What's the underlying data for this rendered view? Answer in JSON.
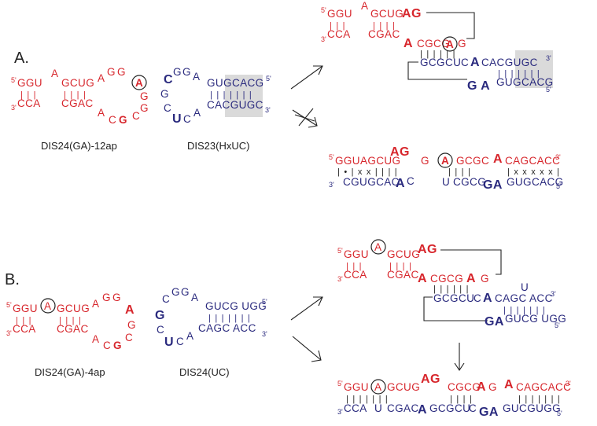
{
  "panels": {
    "a": {
      "label": "A.",
      "molecule1_name": "DIS24(GA)-12ap",
      "molecule2_name": "DIS23(HxUC)",
      "m1": {
        "p5": "5'",
        "top1": "GGU",
        "loopA": "A",
        "top2": "GCUG",
        "ag1": "A",
        "ag2": "G",
        "ag3": "G",
        "circ": "A",
        "g1": "G",
        "g2": "G",
        "c1": "C",
        "p3": "3'",
        "bot1": "CCA",
        "bot2": "CGAC",
        "a1": "A",
        "c2": "C",
        "g3": "G"
      },
      "m2": {
        "l1": "C",
        "l2": "G",
        "l3": "G",
        "l4": "A",
        "l5": "G",
        "l6": "C",
        "l7": "U",
        "l8": "C",
        "l9": "A",
        "top": "GUGCACG",
        "p5": "5'",
        "bot": "CACGUGC",
        "p3": "3'"
      },
      "kiss": {
        "r_p5": "5'",
        "r_top1": "GGU",
        "r_bulge": "A",
        "r_top2": "GCUG",
        "r_ag": "AG",
        "r_p3": "3'",
        "r_bot1": "CCA",
        "r_bot2": "CGAC",
        "r_a": "A",
        "r_mid": "CGCG",
        "r_circ": "A",
        "r_g": "G",
        "b_top1": "GCGCU",
        "b_top2": "C",
        "b_top3": "A",
        "b_top4": "CACGUGC",
        "b_p3": "3'",
        "b_ga": "G A",
        "b_bot": "GUGCACG",
        "b_p5": "5'"
      },
      "duplex": {
        "p5": "5'",
        "r1": "GGUAGCUG",
        "r_ag": "AG",
        "r_g": "G",
        "r_circ": "A",
        "r2": "GCGC",
        "r_a": "A",
        "r3": "CAGCACC",
        "p3": "3'",
        "pairs": "|  •  |  x x |    |  |  |     |  |  |    |  |  x  x x x  |",
        "q3": "3'",
        "b1": "CGUGCAC",
        "b_a": "A",
        "b2": "C",
        "b3": "U",
        "b4": "CGCG",
        "b_ga": "GA",
        "b5": "GUGCACG",
        "q5": "5'"
      }
    },
    "b": {
      "label": "B.",
      "molecule1_name": "DIS24(GA)-4ap",
      "molecule2_name": "DIS24(UC)",
      "m1": {
        "p5": "5'",
        "top1": "GGU",
        "circ": "A",
        "top2": "GCUG",
        "ag1": "A",
        "ag2": "G",
        "ag3": "G",
        "a2": "A",
        "g1": "G",
        "c1": "C",
        "p3": "3'",
        "bot1": "CCA",
        "bot2": "CGAC",
        "a1": "A",
        "c2": "C",
        "g3": "G"
      },
      "m2": {
        "l1": "C",
        "l2": "G",
        "l3": "G",
        "l4": "A",
        "l5": "G",
        "l6": "C",
        "l7": "U",
        "l8": "C",
        "l9": "A",
        "top": "GUCG UGG",
        "p5": "5'",
        "bot": "CAGC ACC",
        "p3": "3'"
      },
      "kiss": {
        "r_p5": "5'",
        "r_top1": "GGU",
        "r_circ": "A",
        "r_top2": "GCUG",
        "r_ag": "AG",
        "r_p3": "3'",
        "r_bot1": "CCA",
        "r_bot2": "CGAC",
        "r_a": "A",
        "r_mid": "CGCG",
        "r_a2": "A",
        "r_g": "G",
        "b_u": "U",
        "b_top1": "GCGCU",
        "b_top2": "C",
        "b_top3": "A",
        "b_top4": "CAGC ACC",
        "b_p3": "3'",
        "b_ga": "GA",
        "b_bot": "GUCG UGG",
        "b_p5": "5'"
      },
      "duplex": {
        "p5": "5'",
        "r1": "GGU",
        "r_circ": "A",
        "r2": "GCUG",
        "r_ag": "AG",
        "r3": "CGCG",
        "r_a2": "A",
        "r_g": "G",
        "r_a": "A",
        "r4": "CAGCACC",
        "p3": "3'",
        "q3": "3'",
        "b1": "CCA",
        "b_u": "U",
        "b2": "CGAC",
        "b_a": "A",
        "b3": "GCGCU",
        "b4": "C",
        "b_ga": "GA",
        "b5": "GUCGUGG",
        "q5": "5'"
      }
    }
  },
  "colors": {
    "strand1": "#d7262c",
    "strand2": "#2a2a7e",
    "highlight": "#d3d3d3",
    "lines": "#222222"
  }
}
